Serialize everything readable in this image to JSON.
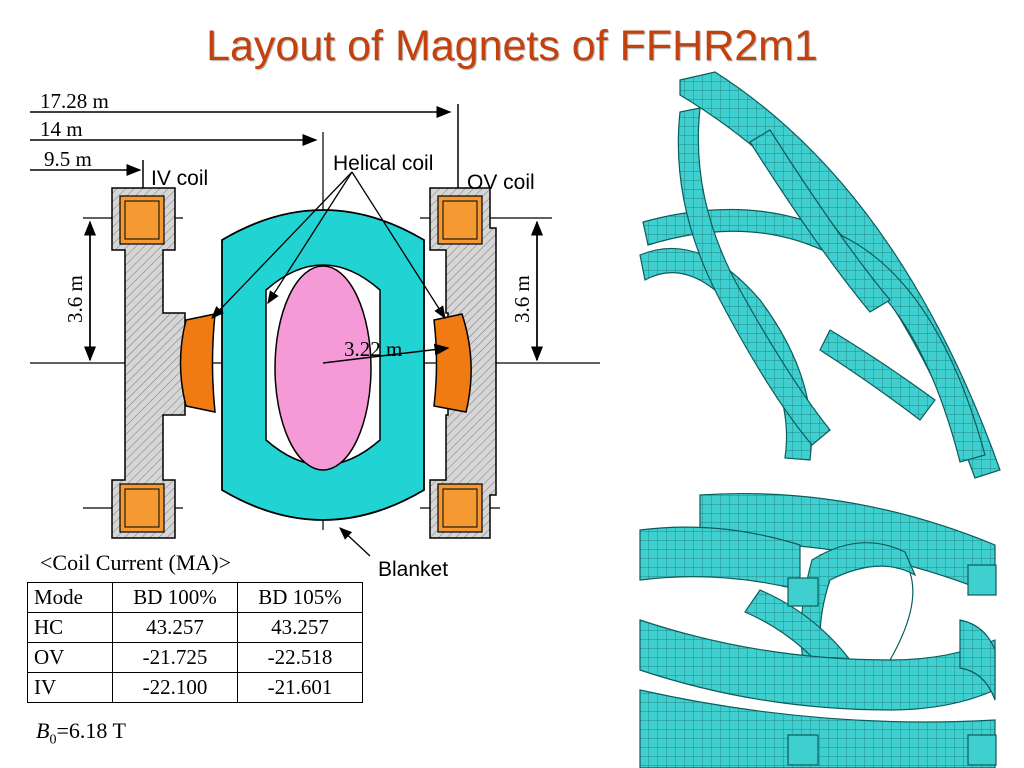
{
  "title": "Layout of Magnets of FFHR2m1",
  "diagram": {
    "dims": {
      "d1": "17.28 m",
      "d2": "14 m",
      "d3": "9.5 m",
      "height_left": "3.6 m",
      "height_right": "3.6 m",
      "radius": "3.22 m"
    },
    "labels": {
      "iv_coil": "IV coil",
      "helical_coil": "Helical coil",
      "ov_coil": "OV coil",
      "blanket": "Blanket"
    },
    "colors": {
      "blanket": "#22d3d3",
      "plasma": "#f59ad6",
      "helical": "#f07b12",
      "coil_box": "#d1d1d1",
      "coil_core": "#f59a33",
      "mesh": "#3fcfcf"
    }
  },
  "coil_table": {
    "caption": "<Coil Current (MA)>",
    "headers": [
      "Mode",
      "BD 100%",
      "BD 105%"
    ],
    "rows": [
      [
        "HC",
        "43.257",
        "43.257"
      ],
      [
        "OV",
        "-21.725",
        "-22.518"
      ],
      [
        "IV",
        "-22.100",
        "-21.601"
      ]
    ]
  },
  "field": {
    "symbol": "B",
    "subscript": "0",
    "value": "=6.18 T"
  }
}
